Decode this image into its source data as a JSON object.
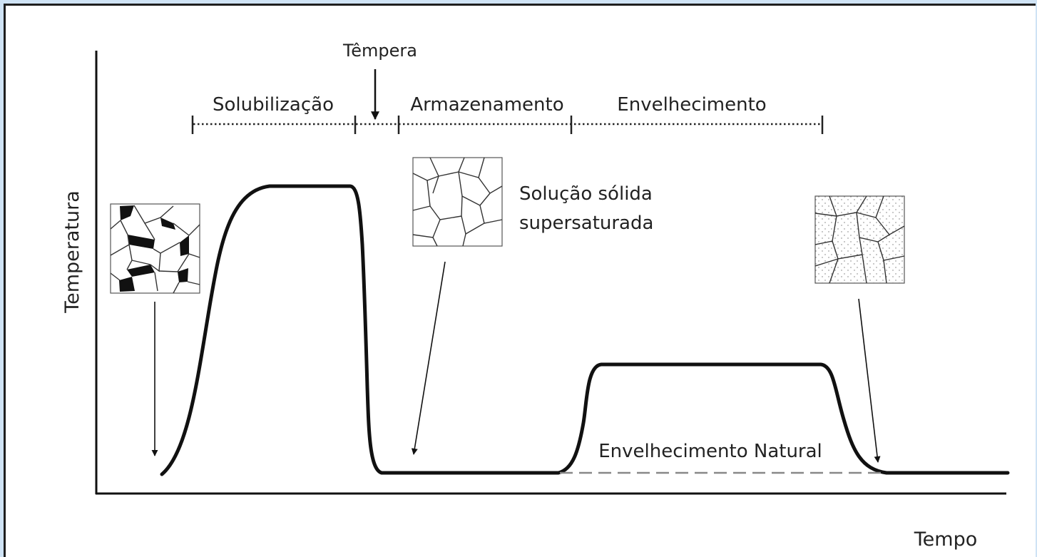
{
  "diagram": {
    "y_axis_label": "Temperatura",
    "x_axis_label": "Tempo",
    "phases": {
      "solubilizacao": "Solubilização",
      "tempera": "Têmpera",
      "armazenamento": "Armazenamento",
      "envelhecimento": "Envelhecimento"
    },
    "solid_solution_line1": "Solução sólida",
    "solid_solution_line2": "supersaturada",
    "natural_aging": "Envelhecimento Natural"
  }
}
